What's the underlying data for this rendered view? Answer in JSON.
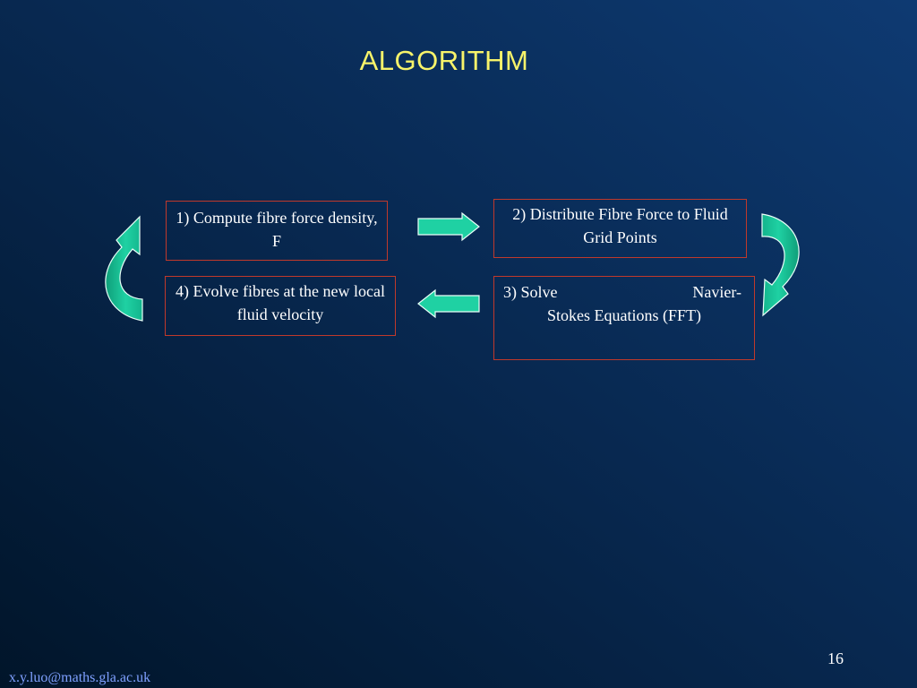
{
  "slide": {
    "title": "ALGORITHM",
    "page_number": "16",
    "email": "x.y.luo@maths.gla.ac.uk"
  },
  "steps": {
    "step1": "1) Compute fibre force density, F",
    "step2": "2) Distribute Fibre Force to Fluid Grid Points",
    "step3_left": "3) Solve",
    "step3_right": "Navier-",
    "step3_line2": "Stokes Equations (FFT)",
    "step4": "4) Evolve fibres at the new local fluid velocity"
  },
  "colors": {
    "arrow_fill": "#1fd1a3",
    "arrow_dark": "#0f9e79",
    "box_border": "#c0392b",
    "title": "#f7f36a",
    "email": "#7fa0ff"
  },
  "icons": {
    "right_arrow": "right-arrow-icon",
    "left_arrow": "left-arrow-icon",
    "curved_down": "curved-down-arrow-icon",
    "curved_up": "curved-up-arrow-icon"
  }
}
